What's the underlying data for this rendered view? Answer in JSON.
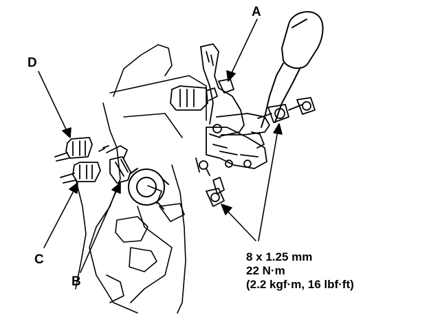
{
  "callouts": {
    "a": "A",
    "b": "B",
    "c": "C",
    "d": "D"
  },
  "torque_spec": {
    "size": "8 x 1.25 mm",
    "torque": "22 N·m",
    "alt_units": "(2.2 kgf·m, 16 lbf·ft)"
  }
}
